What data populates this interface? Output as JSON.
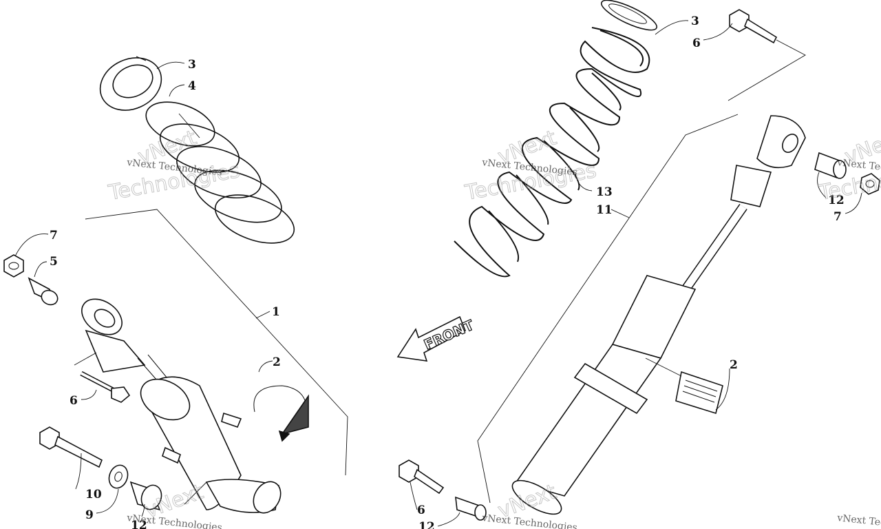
{
  "watermark": {
    "line": "vNext Technologies",
    "word_a": "vNext",
    "word_b": "Technologies"
  },
  "front_arrow": {
    "label": "FRONT"
  },
  "callouts": {
    "left_3": "3",
    "left_4": "4",
    "left_7": "7",
    "left_5": "5",
    "left_1": "1",
    "left_2": "2",
    "left_6": "6",
    "left_10": "10",
    "left_9": "9",
    "left_12": "12",
    "right_3": "3",
    "right_6_top": "6",
    "right_13": "13",
    "right_11": "11",
    "right_12_top": "12",
    "right_7": "7",
    "right_2": "2",
    "right_6_bottom": "6",
    "right_12_bottom": "12"
  },
  "colors": {
    "ink": "#111111",
    "background": "#ffffff",
    "watermark": "#999999"
  }
}
